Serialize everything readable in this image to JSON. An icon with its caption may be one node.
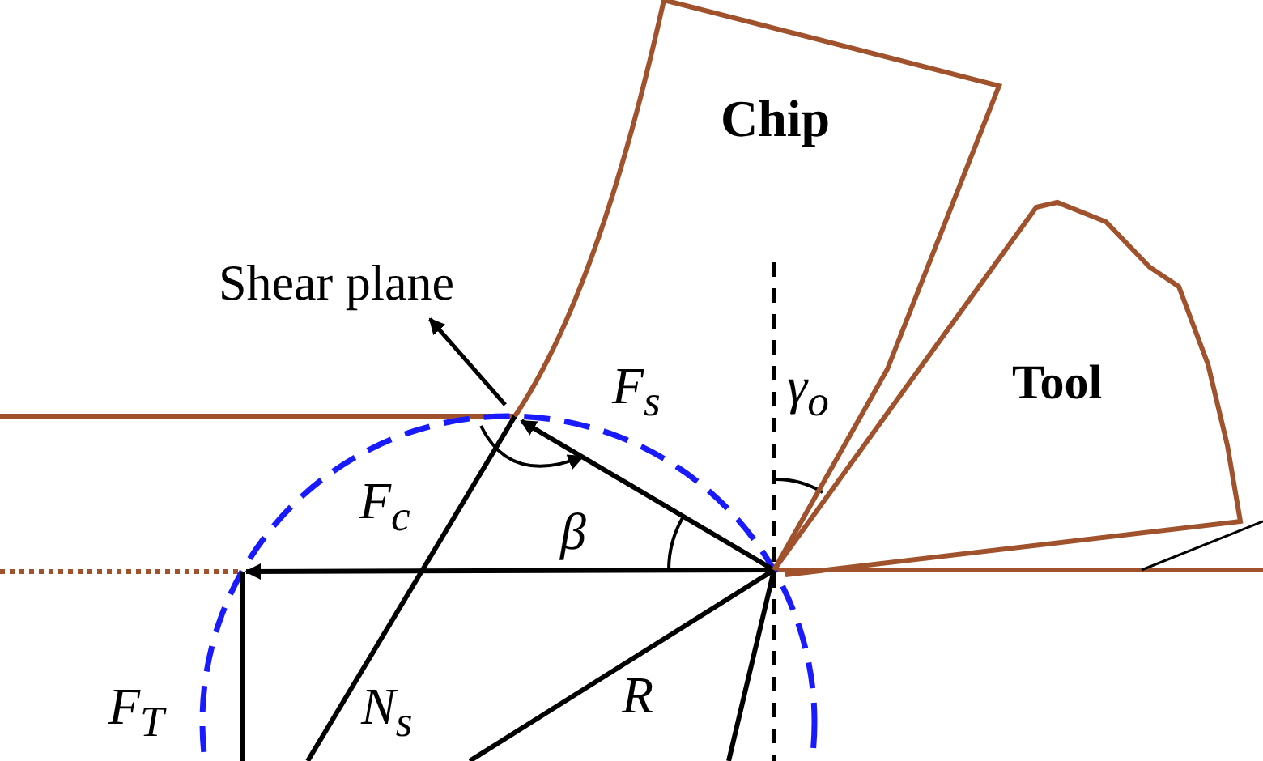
{
  "diagram": {
    "nodes": [
      {
        "text": [
          "Chip"
        ]
      },
      {
        "text": [
          "Tool"
        ]
      },
      {
        "text": [
          "Shear plane"
        ]
      }
    ],
    "edges": [
      {
        "from": 0,
        "to": 2,
        "arrow": "to"
      }
    ],
    "labels": [
      "F$_{s}$",
      "γ$_{o}$",
      "F$_{c}$",
      "β",
      "F$_{T}$",
      "N$_{s}$",
      "R"
    ]
  }
}
